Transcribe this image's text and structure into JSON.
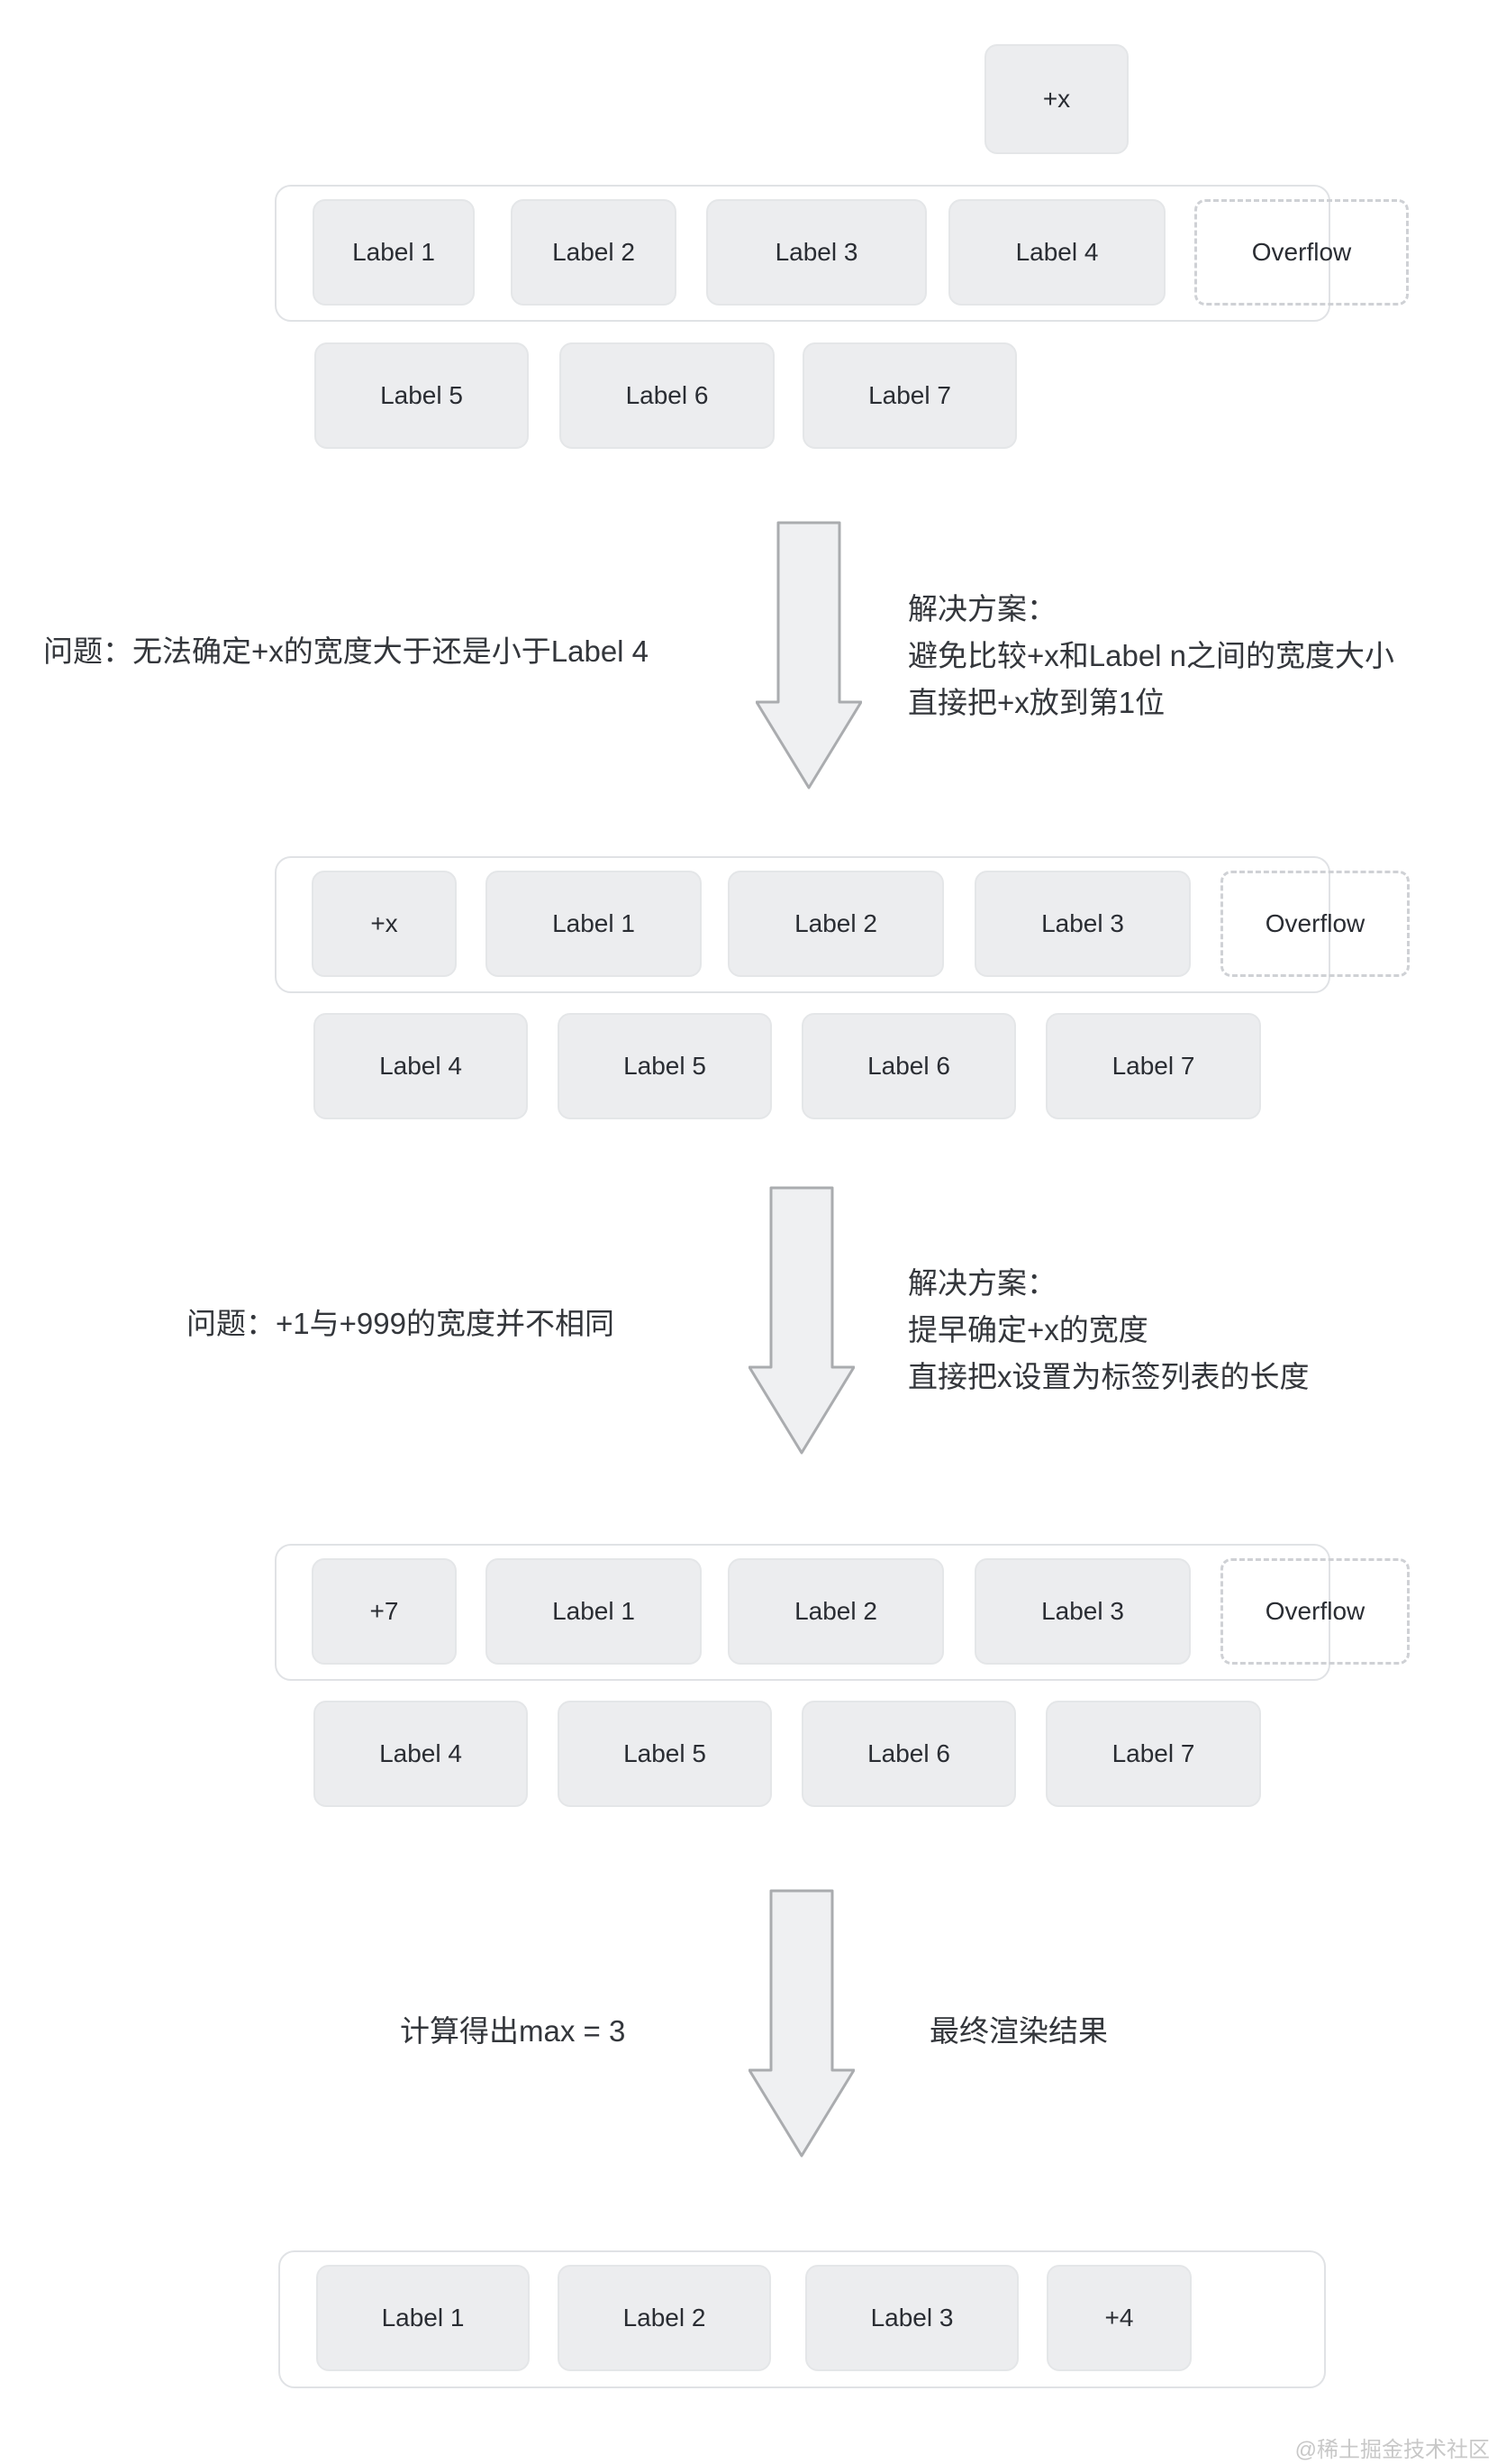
{
  "colors": {
    "chip_bg": "#ECEDEF",
    "chip_border": "#E4E6E8",
    "container_border": "#E0E2E5",
    "dashed_border": "#CFD1D5",
    "text": "#2A2D33",
    "annotation_text": "#33363B",
    "arrow_stroke": "#AAACAF",
    "arrow_fill": "#EFF0F2",
    "watermark": "#C8C8C8"
  },
  "floating_chip": {
    "label": "+x"
  },
  "step1": {
    "container_row": [
      "Label 1",
      "Label 2",
      "Label 3",
      "Label 4"
    ],
    "overflow_label": "Overflow",
    "outside_row": [
      "Label 5",
      "Label 6",
      "Label 7"
    ],
    "problem": "问题：无法确定+x的宽度大于还是小于Label 4",
    "solution_lines": [
      "解决方案：",
      "避免比较+x和Label n之间的宽度大小",
      "直接把+x放到第1位"
    ]
  },
  "step2": {
    "chip": "+x",
    "container_row": [
      "Label 1",
      "Label 2",
      "Label 3"
    ],
    "overflow_label": "Overflow",
    "outside_row": [
      "Label 4",
      "Label 5",
      "Label 6",
      "Label 7"
    ],
    "problem": "问题：+1与+999的宽度并不相同",
    "solution_lines": [
      "解决方案：",
      "提早确定+x的宽度",
      "直接把x设置为标签列表的长度"
    ]
  },
  "step3": {
    "chip": "+7",
    "container_row": [
      "Label 1",
      "Label 2",
      "Label 3"
    ],
    "overflow_label": "Overflow",
    "outside_row": [
      "Label 4",
      "Label 5",
      "Label 6",
      "Label 7"
    ],
    "left_note": "计算得出max = 3",
    "right_note": "最终渲染结果"
  },
  "final": {
    "row": [
      "Label 1",
      "Label 2",
      "Label 3"
    ],
    "chip": "+4"
  },
  "watermark": "@稀土掘金技术社区"
}
